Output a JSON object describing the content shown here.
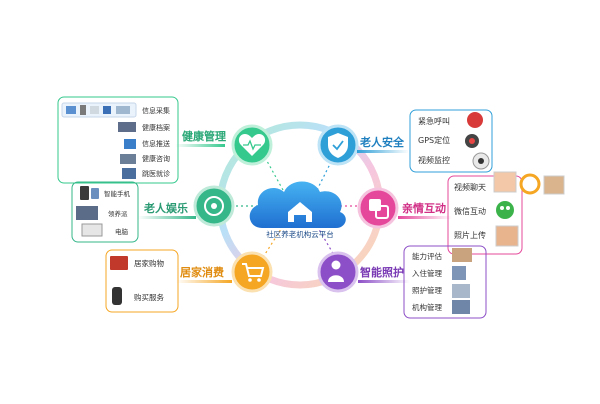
{
  "center": {
    "label": "社区养老机构云平台"
  },
  "modules": {
    "health": {
      "title": "健康管理",
      "items": [
        "信息采集",
        "健康档案",
        "信息推送",
        "健康咨询",
        "跳医就诊"
      ]
    },
    "safety": {
      "title": "老人安全",
      "items": [
        "紧急呼叫",
        "GPS定位",
        "视频监控"
      ]
    },
    "entertainment": {
      "title": "老人娱乐",
      "items": [
        "智能手机",
        "领养派",
        "电脑"
      ]
    },
    "family": {
      "title": "亲情互动",
      "items": [
        "视频聊天",
        "微信互动",
        "照片上传"
      ]
    },
    "home": {
      "title": "居家消费",
      "items": [
        "居家购物",
        "购买服务"
      ]
    },
    "care": {
      "title": "智能照护",
      "items": [
        "能力评估",
        "入住管理",
        "照护管理",
        "机构管理"
      ]
    }
  },
  "colors": {
    "health": "#36c98e",
    "safety": "#2f9fd8",
    "entertainment": "#35b78a",
    "family": "#e5489b",
    "home": "#f5a623",
    "care": "#8d4fc7",
    "cloud": "#2d8fe0"
  }
}
